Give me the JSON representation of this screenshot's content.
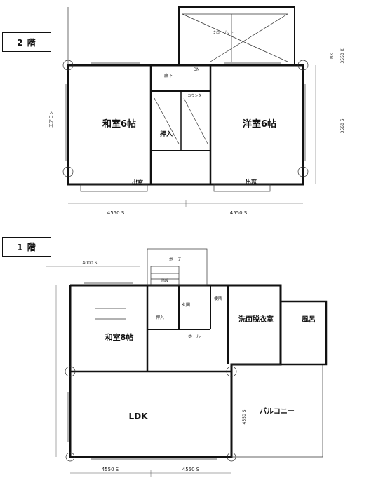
{
  "floors": [
    {
      "tag": "2 階",
      "rooms": {
        "washitsu": "和室6帖",
        "youshitsu": "洋室6帖",
        "oshiire": "押入",
        "demado_left": "出窓",
        "demado_right": "出窓",
        "counter": "カウンター",
        "rouka": "廊下",
        "dn": "DN"
      },
      "dimensions": {
        "bottom_left": "4550 S",
        "bottom_right": "4550 S",
        "right_top": "3550 K",
        "right_mid": "3560 S"
      },
      "notes": [
        "FIX",
        "エアコン",
        "クローゼット"
      ]
    },
    {
      "tag": "1 階",
      "rooms": {
        "ldk": "LDK",
        "washitsu8": "和室8帖",
        "datsui": "洗面脱衣室",
        "furo": "風呂",
        "balcony": "バルコニー",
        "porch": "ポーチ",
        "genkan": "玄関",
        "hall": "ホール",
        "oshiire": "押入",
        "toilet": "便所",
        "kaidan": "階段"
      },
      "dimensions": {
        "bottom_left": "4550 S",
        "bottom_right": "4550 S",
        "top": "4000 S",
        "right": "4550 S"
      }
    }
  ]
}
